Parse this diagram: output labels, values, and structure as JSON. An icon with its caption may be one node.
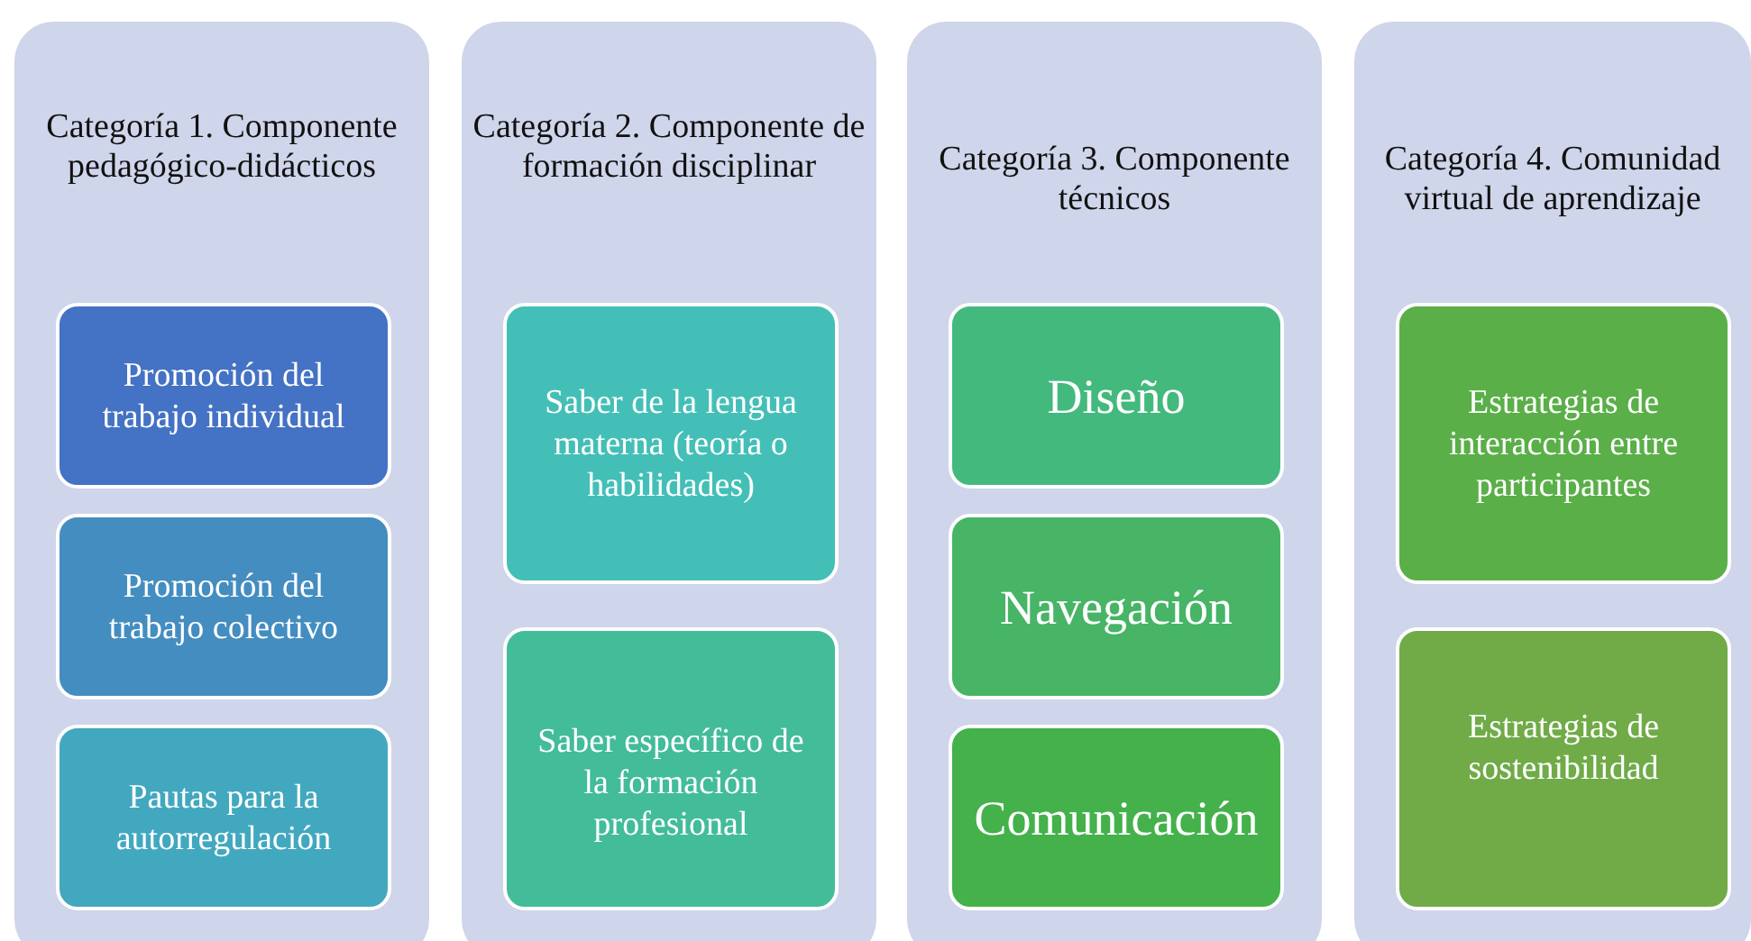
{
  "diagram": {
    "nodes": [
      {
        "text": [
          "Categoría 1. Componente pedagógico-didácticos"
        ]
      },
      {
        "text": [
          "Promoción del trabajo individual"
        ],
        "in": 0
      },
      {
        "text": [
          "Promoción del trabajo colectivo"
        ],
        "in": 0
      },
      {
        "text": [
          "Pautas para la autorregulación"
        ],
        "in": 0
      },
      {
        "text": [
          "Categoría 2. Componente de formación disciplinar"
        ]
      },
      {
        "text": [
          "Saber de la lengua materna (teoría o habilidades)"
        ],
        "in": 4
      },
      {
        "text": [
          "Saber específico de la formación profesional"
        ],
        "in": 4
      },
      {
        "text": [
          "Categoría 3. Componente técnicos"
        ]
      },
      {
        "text": [
          "Diseño"
        ],
        "in": 7
      },
      {
        "text": [
          "Navegación"
        ],
        "in": 7
      },
      {
        "text": [
          "Comunicación"
        ],
        "in": 7
      },
      {
        "text": [
          "Categoría 4. Comunidad virtual de aprendizaje"
        ]
      },
      {
        "text": [
          "Estrategias de interacción entre participantes"
        ],
        "in": 11
      },
      {
        "text": [
          "Estrategias de sostenibilidad"
        ],
        "in": 11
      }
    ]
  }
}
